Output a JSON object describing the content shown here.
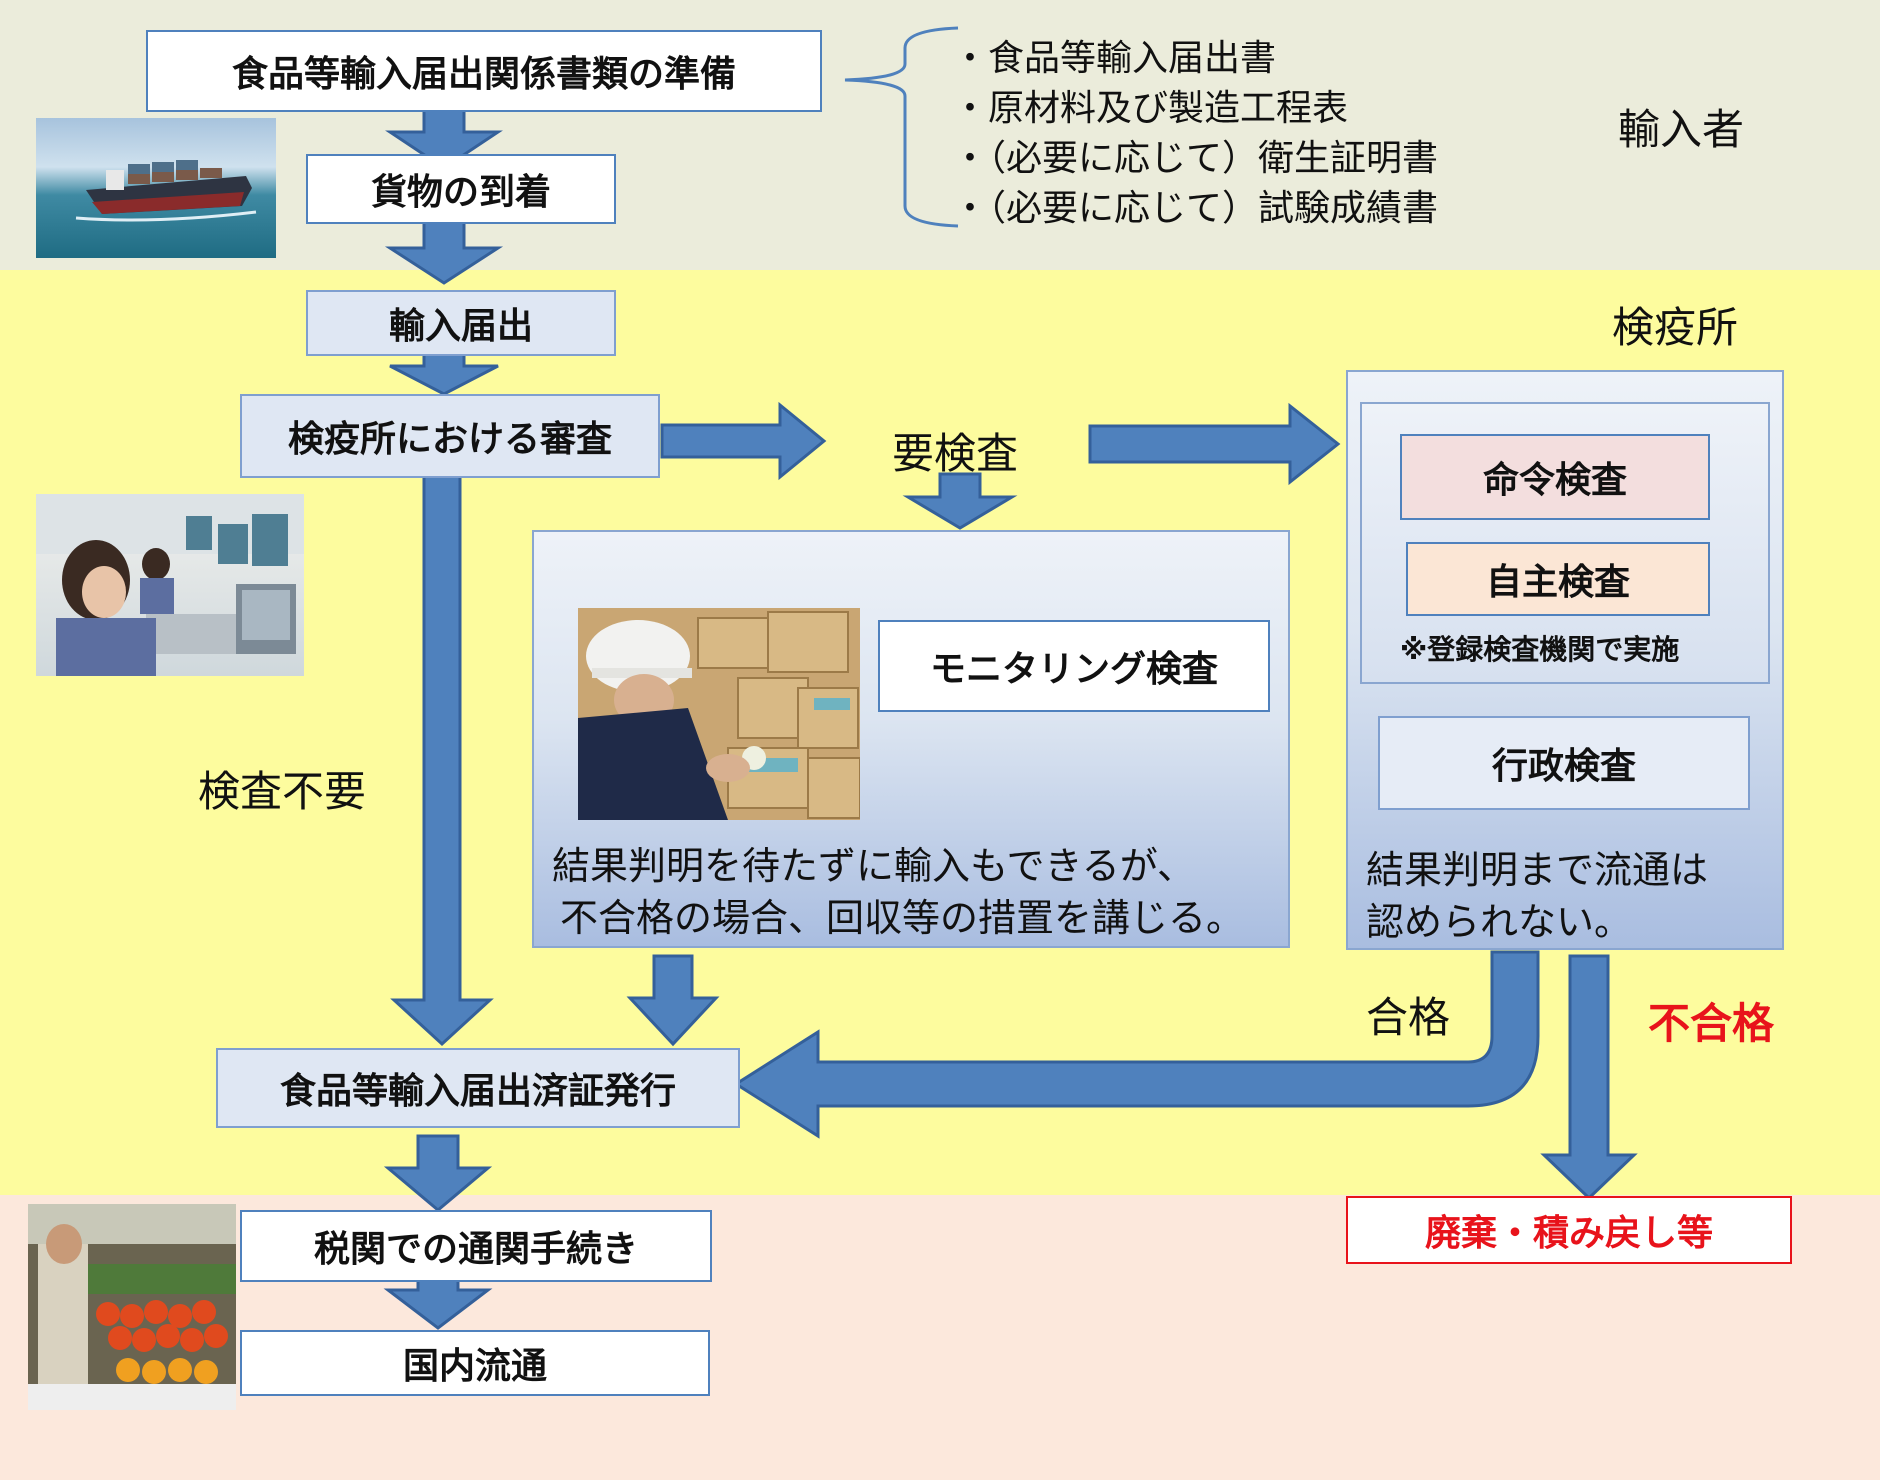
{
  "importer_section": {
    "label": "輸入者",
    "prep_box": "食品等輸入届出関係書類の準備",
    "documents": [
      "・食品等輸入届出書",
      "・原材料及び製造工程表",
      "・（必要に応じて）衛生証明書",
      "・（必要に応じて）試験成績書"
    ],
    "arrival_box": "貨物の到着"
  },
  "quarantine_section": {
    "label": "検疫所",
    "notification_box": "輸入届出",
    "review_box": "検疫所における審査",
    "inspection_required": "要検査",
    "no_inspection": "検査不要",
    "monitoring": {
      "box": "モニタリング検査",
      "note_line1": "結果判明を待たずに輸入もできるが、",
      "note_line2": "不合格の場合、回収等の措置を講じる。"
    },
    "inspection_panel": {
      "ordered": "命令検査",
      "voluntary": "自主検査",
      "registered_note": "※登録検査機関で実施",
      "administrative": "行政検査",
      "note_line1": "結果判明まで流通は",
      "note_line2": "認められない。"
    },
    "pass": "合格",
    "fail": "不合格",
    "certificate_box": "食品等輸入届出済証発行"
  },
  "domestic_section": {
    "customs_box": "税関での通関手続き",
    "distribution_box": "国内流通",
    "disposal_box": "廃棄・積み戻し等"
  },
  "colors": {
    "arrow_fill": "#4f81bd",
    "arrow_stroke": "#34609a",
    "fail_red": "#e8131b",
    "box_border": "#4f81bd",
    "ordered_fill": "#f3dede",
    "voluntary_fill": "#fbe6d5"
  },
  "icons": [
    "cargo-ship-photo",
    "office-staff-photo",
    "inspector-boxes-photo",
    "grocery-produce-photo"
  ]
}
